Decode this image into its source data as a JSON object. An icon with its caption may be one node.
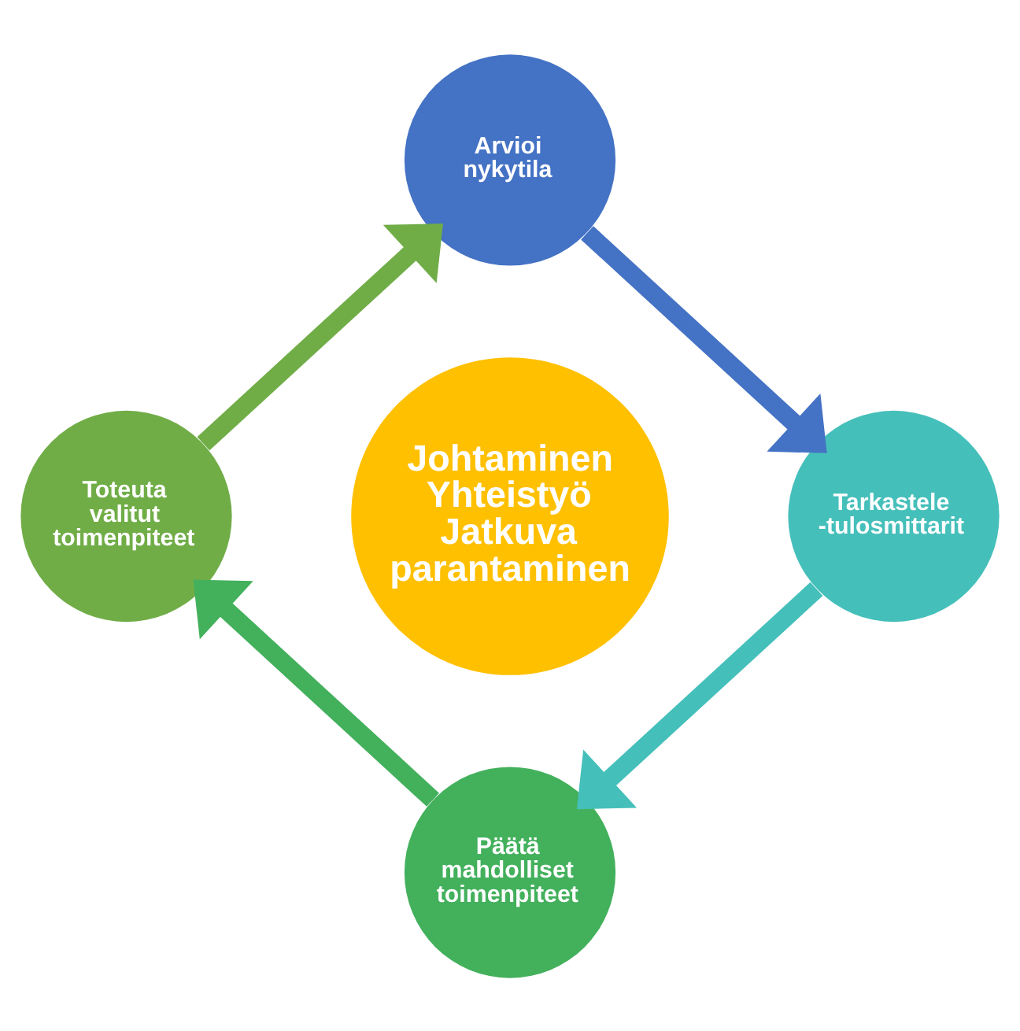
{
  "diagram": {
    "nodes": [
      {
        "text": [
          "Arvioi nykytila"
        ]
      },
      {
        "text": [
          "Tarkastele -tulosmittarit"
        ]
      },
      {
        "text": [
          "Päätä mahdolliset toimenpiteet"
        ]
      },
      {
        "text": [
          "Toteuta valitut toimenpiteet"
        ]
      },
      {
        "text": [
          "Johtaminen",
          "Yhteistyö",
          "Jatkuva parantaminen"
        ]
      }
    ],
    "edges": [
      {
        "from": 0,
        "to": 1,
        "arrow": "to",
        "color": "#4472c4"
      },
      {
        "from": 1,
        "to": 2,
        "arrow": "to",
        "color": "#45bfba"
      },
      {
        "from": 2,
        "to": 3,
        "arrow": "to",
        "color": "#43b05c"
      },
      {
        "from": 3,
        "to": 0,
        "arrow": "to",
        "color": "#70ad47"
      }
    ]
  }
}
